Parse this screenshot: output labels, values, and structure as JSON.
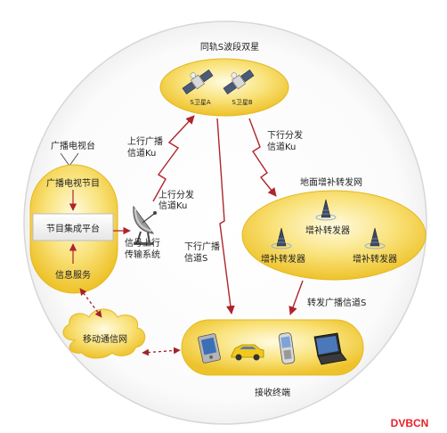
{
  "satellites": {
    "title": "同轨S波段双星",
    "sat_a": "S卫星A",
    "sat_b": "S卫星B"
  },
  "uplink_ku": [
    "上行广播",
    "信道Ku"
  ],
  "uplink_dist_ku": [
    "上行分发",
    "信道Ku"
  ],
  "downlink_dist_ku": [
    "下行分发",
    "信道Ku"
  ],
  "downlink_s": [
    "下行广播",
    "信道S"
  ],
  "relay_s": "转发广播信道S",
  "station": {
    "top_label": "广播电视台",
    "program": "广播电视节目",
    "platform": "节目集成平台",
    "info": "信息服务"
  },
  "uplink_system": [
    "信号上行",
    "传输系统"
  ],
  "ground_network": {
    "title": "地面增补转发网",
    "repeaters": [
      "增补转发器",
      "增补转发器",
      "增补转发器"
    ]
  },
  "mobile_network": "移动通信网",
  "terminals": {
    "label": "接收终端",
    "devices": [
      "pda",
      "car",
      "phone",
      "laptop"
    ]
  },
  "watermark": "DVBCN",
  "colors": {
    "yellow": "#f6d33c",
    "arrow_red": "#b0242c",
    "watermark": "#e8202a"
  }
}
